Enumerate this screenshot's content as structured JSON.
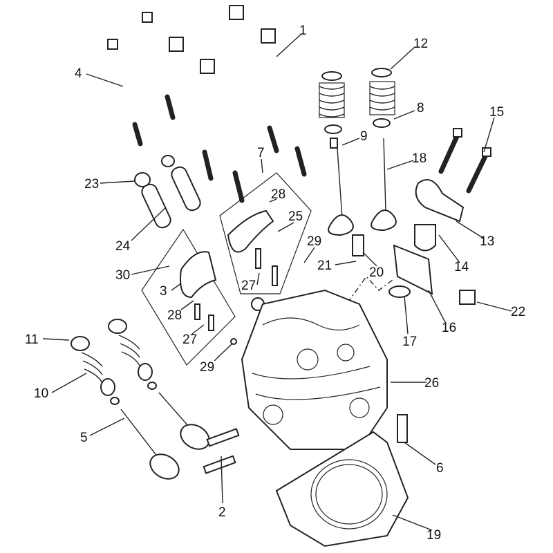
{
  "title": "Cylinder head exploded parts diagram",
  "callouts": [
    "1",
    "12",
    "8",
    "15",
    "9",
    "18",
    "4",
    "7",
    "23",
    "28",
    "25",
    "24",
    "13",
    "29",
    "21",
    "20",
    "14",
    "30",
    "3",
    "27",
    "28",
    "16",
    "22",
    "17",
    "27",
    "11",
    "29",
    "26",
    "10",
    "5",
    "6",
    "2",
    "19"
  ]
}
